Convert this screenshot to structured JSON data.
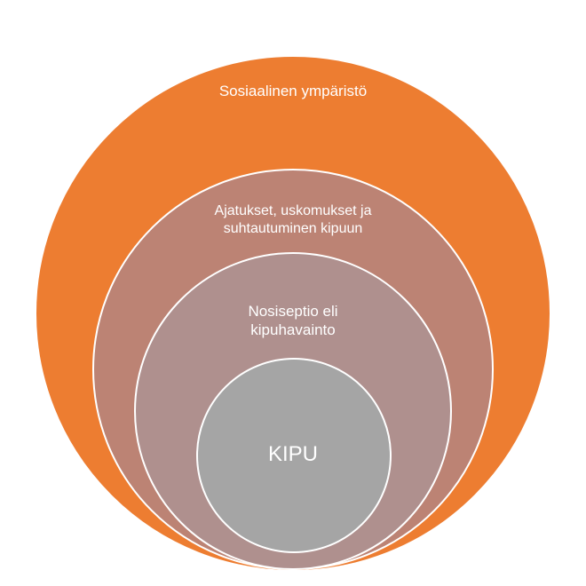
{
  "diagram": {
    "type": "nested-circles",
    "layers": [
      {
        "id": "outer",
        "lines": [
          "Sosiaalinen ympäristö"
        ],
        "fill": "#ED7D31"
      },
      {
        "id": "second",
        "lines": [
          "Ajatukset, uskomukset ja",
          "suhtautuminen kipuun"
        ],
        "fill": "#BC8374"
      },
      {
        "id": "third",
        "lines": [
          "Nosiseptio eli",
          "kipuhavainto"
        ],
        "fill": "#AF908E"
      },
      {
        "id": "core",
        "lines": [
          "KIPU"
        ],
        "fill": "#A5A5A5"
      }
    ],
    "stroke": "#FFFFFF"
  }
}
